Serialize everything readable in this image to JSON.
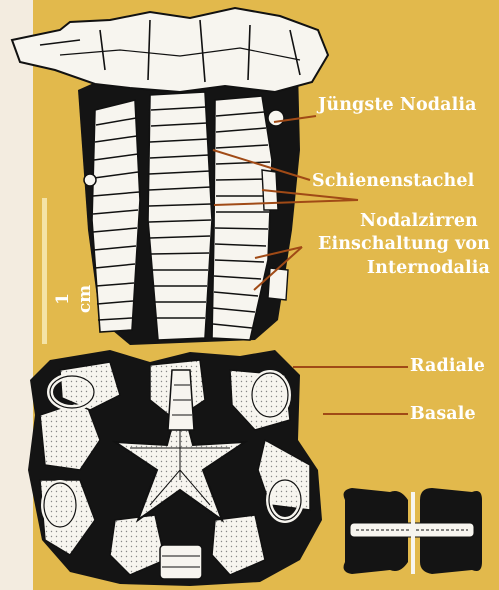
{
  "colors": {
    "background": "#e2b94c",
    "margin": "#f3ece0",
    "ink": "#111111",
    "label_text": "#ffffff",
    "leader_line": "#a04a16",
    "scale_bar": "#f4e3a6"
  },
  "scale": {
    "label": "1 cm"
  },
  "labels": {
    "juengste_nodalia": "Jüngste Nodalia",
    "schienenstachel": "Schienenstachel",
    "nodalzirren": "Nodalzirren",
    "einschaltung_line1": "Einschaltung von",
    "einschaltung_line2": "Internodalia",
    "radiale": "Radiale",
    "basale": "Basale"
  }
}
